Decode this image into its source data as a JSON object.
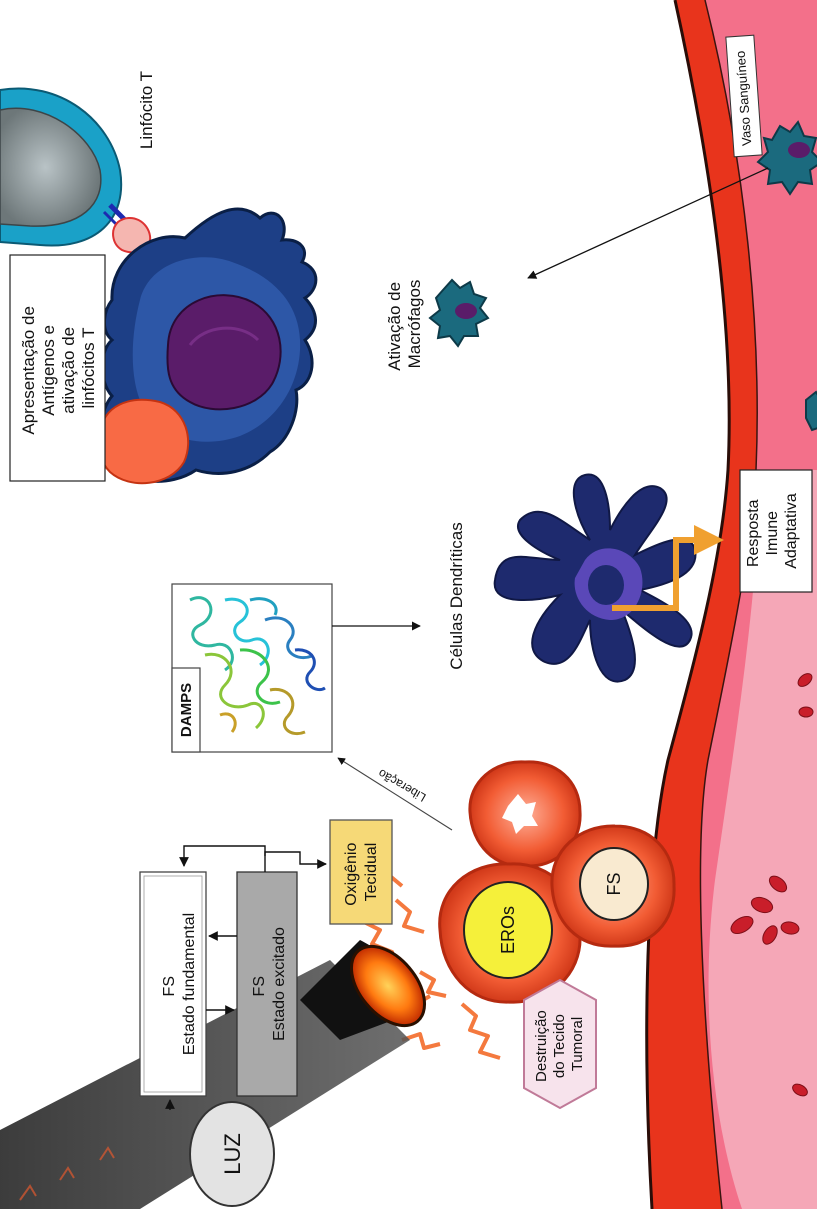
{
  "labels": {
    "linfocito_t": "Linfócito T",
    "vaso": "Vaso Sanguíneo",
    "apresentacao": [
      "Apresentação de",
      "Antígenos e",
      "ativação de",
      "linfócitos T"
    ],
    "ativacao_macrofagos": [
      "Ativação de",
      "Macrófagos"
    ],
    "celulas_dendriticas": "Células Dendríticas",
    "resposta": [
      "Resposta",
      "Imune",
      "Adaptativa"
    ],
    "damps": "DAMPS",
    "liberacao": "Liberação",
    "fs_fundamental": [
      "FS",
      "Estado fundamental"
    ],
    "fs_excitado": [
      "FS",
      "Estado excitado"
    ],
    "oxigenio": [
      "Oxigênio",
      "Tecidual"
    ],
    "eros": "EROs",
    "fs": "FS",
    "destruicao": [
      "Destruição",
      "do Tecido",
      "Tumoral"
    ],
    "luz": "LUZ"
  },
  "colors": {
    "vessel_wall": "#e8341c",
    "vessel_lumen": "#f3708a",
    "dendritic_dark": "#1d3f86",
    "dendritic_purple": "#5a48b8",
    "nucleus": "#4f1a6a",
    "tumor_orange": "#f0592e",
    "lime": "#e6ef39",
    "tcell_teal": "#1aa1c8",
    "excited_gray": "#a9a9a9",
    "oxygen_yellow": "#f6d977",
    "hexagon_fill": "#f7e3ec",
    "arrow_orange": "#f0a030"
  }
}
